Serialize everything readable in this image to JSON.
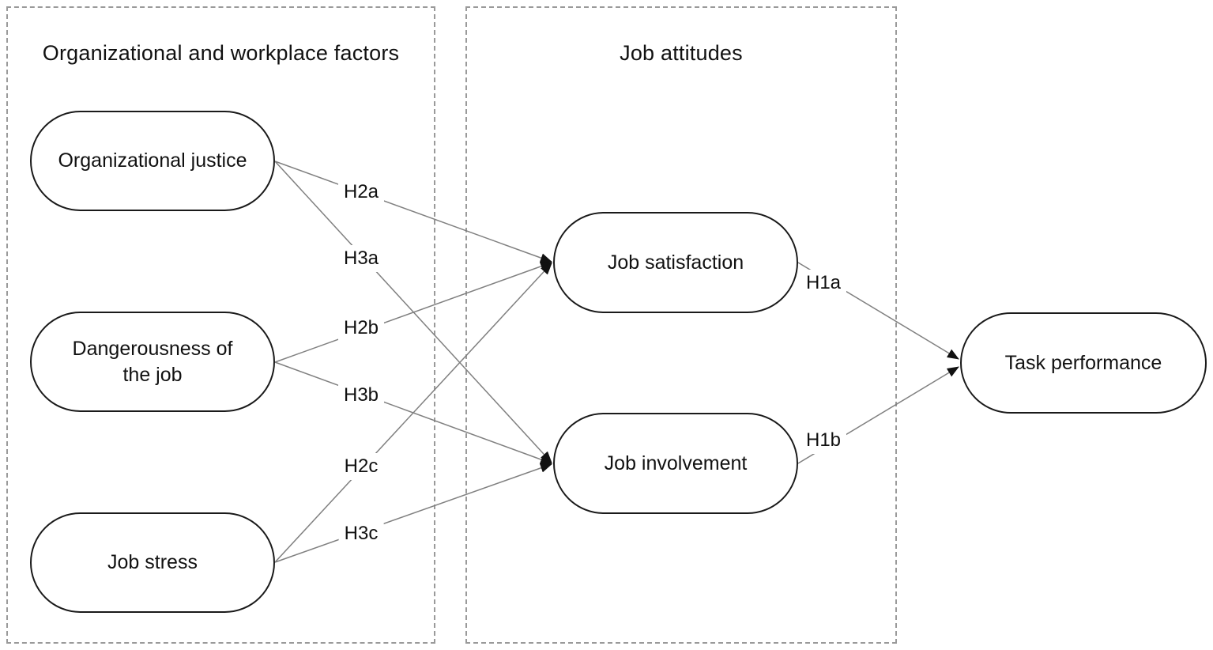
{
  "diagram": {
    "groups": [
      {
        "id": "organizational-workplace-factors",
        "title": "Organizational and workplace factors"
      },
      {
        "id": "job-attitudes",
        "title": "Job attitudes"
      }
    ],
    "nodes": [
      {
        "id": "organizational-justice",
        "label": "Organizational justice"
      },
      {
        "id": "dangerousness-of-the-job",
        "label": "Dangerousness of",
        "label2": "the job"
      },
      {
        "id": "job-stress",
        "label": "Job stress"
      },
      {
        "id": "job-satisfaction",
        "label": "Job satisfaction"
      },
      {
        "id": "job-involvement",
        "label": "Job involvement"
      },
      {
        "id": "task-performance",
        "label": "Task performance"
      }
    ],
    "edges": [
      {
        "from": "organizational-justice",
        "to": "job-satisfaction",
        "label": "H2a"
      },
      {
        "from": "organizational-justice",
        "to": "job-involvement",
        "label": "H3a"
      },
      {
        "from": "dangerousness-of-the-job",
        "to": "job-satisfaction",
        "label": "H2b"
      },
      {
        "from": "dangerousness-of-the-job",
        "to": "job-involvement",
        "label": "H3b"
      },
      {
        "from": "job-stress",
        "to": "job-satisfaction",
        "label": "H2c"
      },
      {
        "from": "job-stress",
        "to": "job-involvement",
        "label": "H3c"
      },
      {
        "from": "job-satisfaction",
        "to": "task-performance",
        "label": "H1a"
      },
      {
        "from": "job-involvement",
        "to": "task-performance",
        "label": "H1b"
      }
    ],
    "colors": {
      "background": "#ffffff",
      "line": "#808080",
      "arrowhead": "#111111",
      "node_border": "#1a1a1a",
      "dashed_border": "#9a9a9a",
      "text": "#111111"
    }
  }
}
